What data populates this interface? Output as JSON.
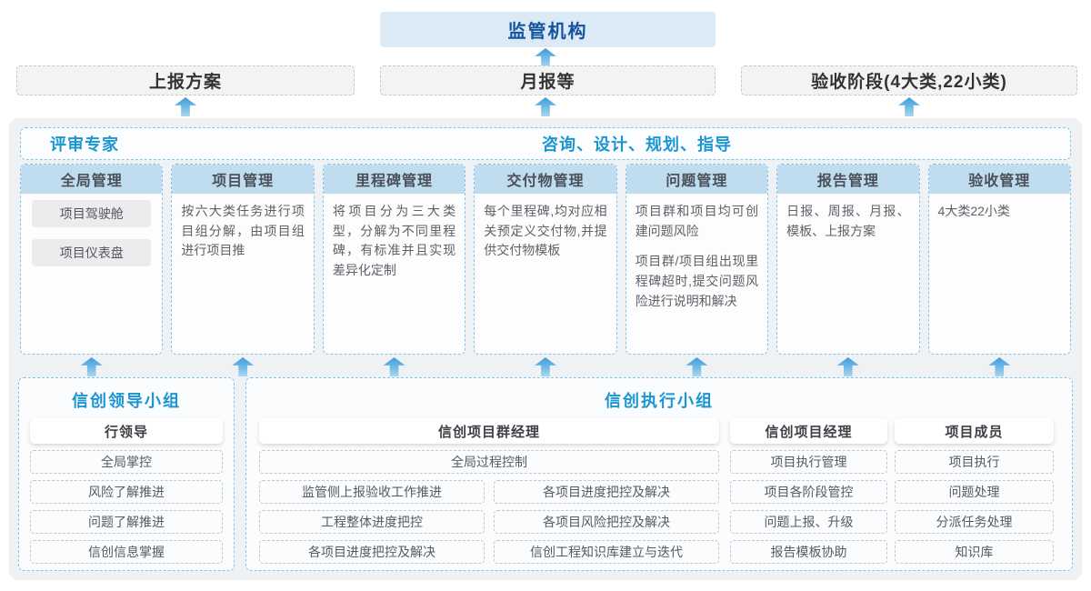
{
  "top": {
    "regulator_label": "监管机构",
    "outputs": [
      {
        "label": "上报方案"
      },
      {
        "label": "月报等"
      },
      {
        "label": "验收阶段(4大类,22小类)"
      }
    ]
  },
  "panel": {
    "left_header": "评审专家",
    "right_header": "咨询、设计、规划、指导",
    "columns": [
      {
        "title": "全局管理",
        "pills": [
          "项目驾驶舱",
          "项目仪表盘"
        ]
      },
      {
        "title": "项目管理",
        "paragraphs": [
          "按六大类任务进行项目组分解，由项目组进行项目推"
        ]
      },
      {
        "title": "里程碑管理",
        "paragraphs": [
          "将项目分为三大类型，分解为不同里程碑，有标准并且实现差异化定制"
        ]
      },
      {
        "title": "交付物管理",
        "paragraphs": [
          "每个里程碑,均对应相关预定义交付物,并提供交付物模板"
        ]
      },
      {
        "title": "问题管理",
        "paragraphs": [
          "项目群和项目均可创建问题风险",
          "项目群/项目组出现里程碑超时,提交问题风险进行说明和解决"
        ]
      },
      {
        "title": "报告管理",
        "paragraphs": [
          "日报、周报、月报、模板、上报方案"
        ]
      },
      {
        "title": "验收管理",
        "paragraphs": [
          "4大类22小类"
        ]
      }
    ]
  },
  "bottom": {
    "leader_group": {
      "title": "信创领导小组",
      "role": "行领导",
      "items": [
        "全局掌控",
        "风险了解推进",
        "问题了解推进",
        "信创信息掌握"
      ]
    },
    "exec_group": {
      "title": "信创执行小组",
      "program_manager": {
        "role": "信创项目群经理",
        "span_item": "全局过程控制",
        "left_items": [
          "监管侧上报验收工作推进",
          "工程整体进度把控",
          "各项目进度把控及解决"
        ],
        "right_items": [
          "各项目进度把控及解决",
          "各项目风险把控及解决",
          "信创工程知识库建立与迭代"
        ]
      },
      "project_manager": {
        "role": "信创项目经理",
        "items": [
          "项目执行管理",
          "项目各阶段管控",
          "问题上报、升级",
          "报告模板协助"
        ]
      },
      "member": {
        "role": "项目成员",
        "items": [
          "项目执行",
          "问题处理",
          "分派任务处理",
          "知识库"
        ]
      }
    }
  },
  "colors": {
    "title_blue": "#1b96d3",
    "regulator_blue": "#14549f",
    "regulator_bg": "#dceaf6",
    "panel_bg": "#eff2f4",
    "column_header_bg": "#c0dcef",
    "dashed_blue_border": "#85c3e8",
    "arrow_top": "#3f9cd8",
    "arrow_bottom": "#a9d6ef"
  }
}
